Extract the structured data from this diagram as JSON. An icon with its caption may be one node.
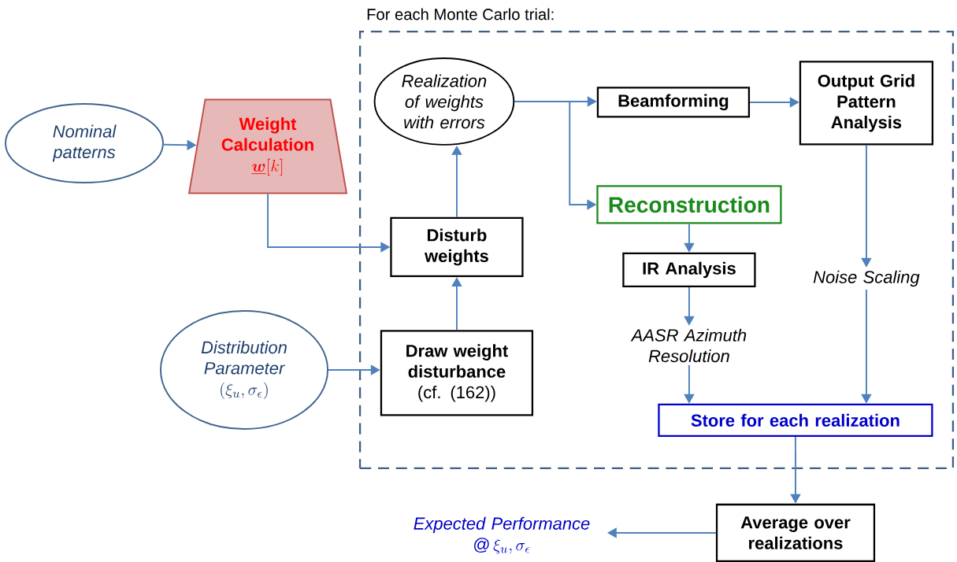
{
  "diagram": {
    "nodes": [
      {
        "text": [
          "For each Monte Carlo trial:"
        ]
      },
      {
        "text": [
          "Nominal patterns"
        ]
      },
      {
        "text": [
          "Weight Calculation",
          "\\underline{\\boldsymbol{w}}[k]"
        ]
      },
      {
        "text": [
          "Realization of weights with errors"
        ],
        "in": 0
      },
      {
        "text": [
          "Beamforming"
        ],
        "in": 0
      },
      {
        "text": [
          "Output Grid Pattern Analysis"
        ],
        "in": 0
      },
      {
        "text": [
          "Reconstruction"
        ],
        "in": 0
      },
      {
        "text": [
          "Disturb weights"
        ],
        "in": 0
      },
      {
        "text": [
          "IR Analysis"
        ],
        "in": 0
      },
      {
        "text": [
          "Distribution Parameter",
          "(\\xi_u, \\sigma_\\epsilon)"
        ]
      },
      {
        "text": [
          "Draw weight disturbance",
          "(cf. (162))"
        ],
        "in": 0
      },
      {
        "text": [
          "Noise Scaling"
        ],
        "in": 0
      },
      {
        "text": [
          "AASR Azimuth Resolution"
        ],
        "in": 0
      },
      {
        "text": [
          "Store for each realization"
        ],
        "in": 0
      },
      {
        "text": [
          "Average over realizations"
        ]
      },
      {
        "text": [
          "Expected Performance",
          "@\\,\\xi_u, \\sigma_\\epsilon"
        ]
      }
    ],
    "edges": [
      {
        "from": 1,
        "to": 2,
        "arrow": "to"
      },
      {
        "from": 2,
        "to": 7,
        "arrow": "to"
      },
      {
        "from": 10,
        "to": 7,
        "arrow": "to"
      },
      {
        "from": 7,
        "to": 3,
        "arrow": "to"
      },
      {
        "from": 3,
        "to": 4,
        "arrow": "to"
      },
      {
        "from": 3,
        "to": 6,
        "arrow": "to"
      },
      {
        "from": 4,
        "to": 5,
        "arrow": "to"
      },
      {
        "from": 5,
        "to": 11,
        "arrow": "to"
      },
      {
        "from": 6,
        "to": 8,
        "arrow": "to"
      },
      {
        "from": 8,
        "to": 12,
        "arrow": "to"
      },
      {
        "from": 12,
        "to": 13,
        "arrow": "to"
      },
      {
        "from": 11,
        "to": 13,
        "arrow": "to"
      },
      {
        "from": 13,
        "to": 14,
        "arrow": "to"
      },
      {
        "from": 14,
        "to": 15,
        "arrow": "to"
      },
      {
        "from": 9,
        "to": 10,
        "arrow": "to"
      }
    ]
  }
}
